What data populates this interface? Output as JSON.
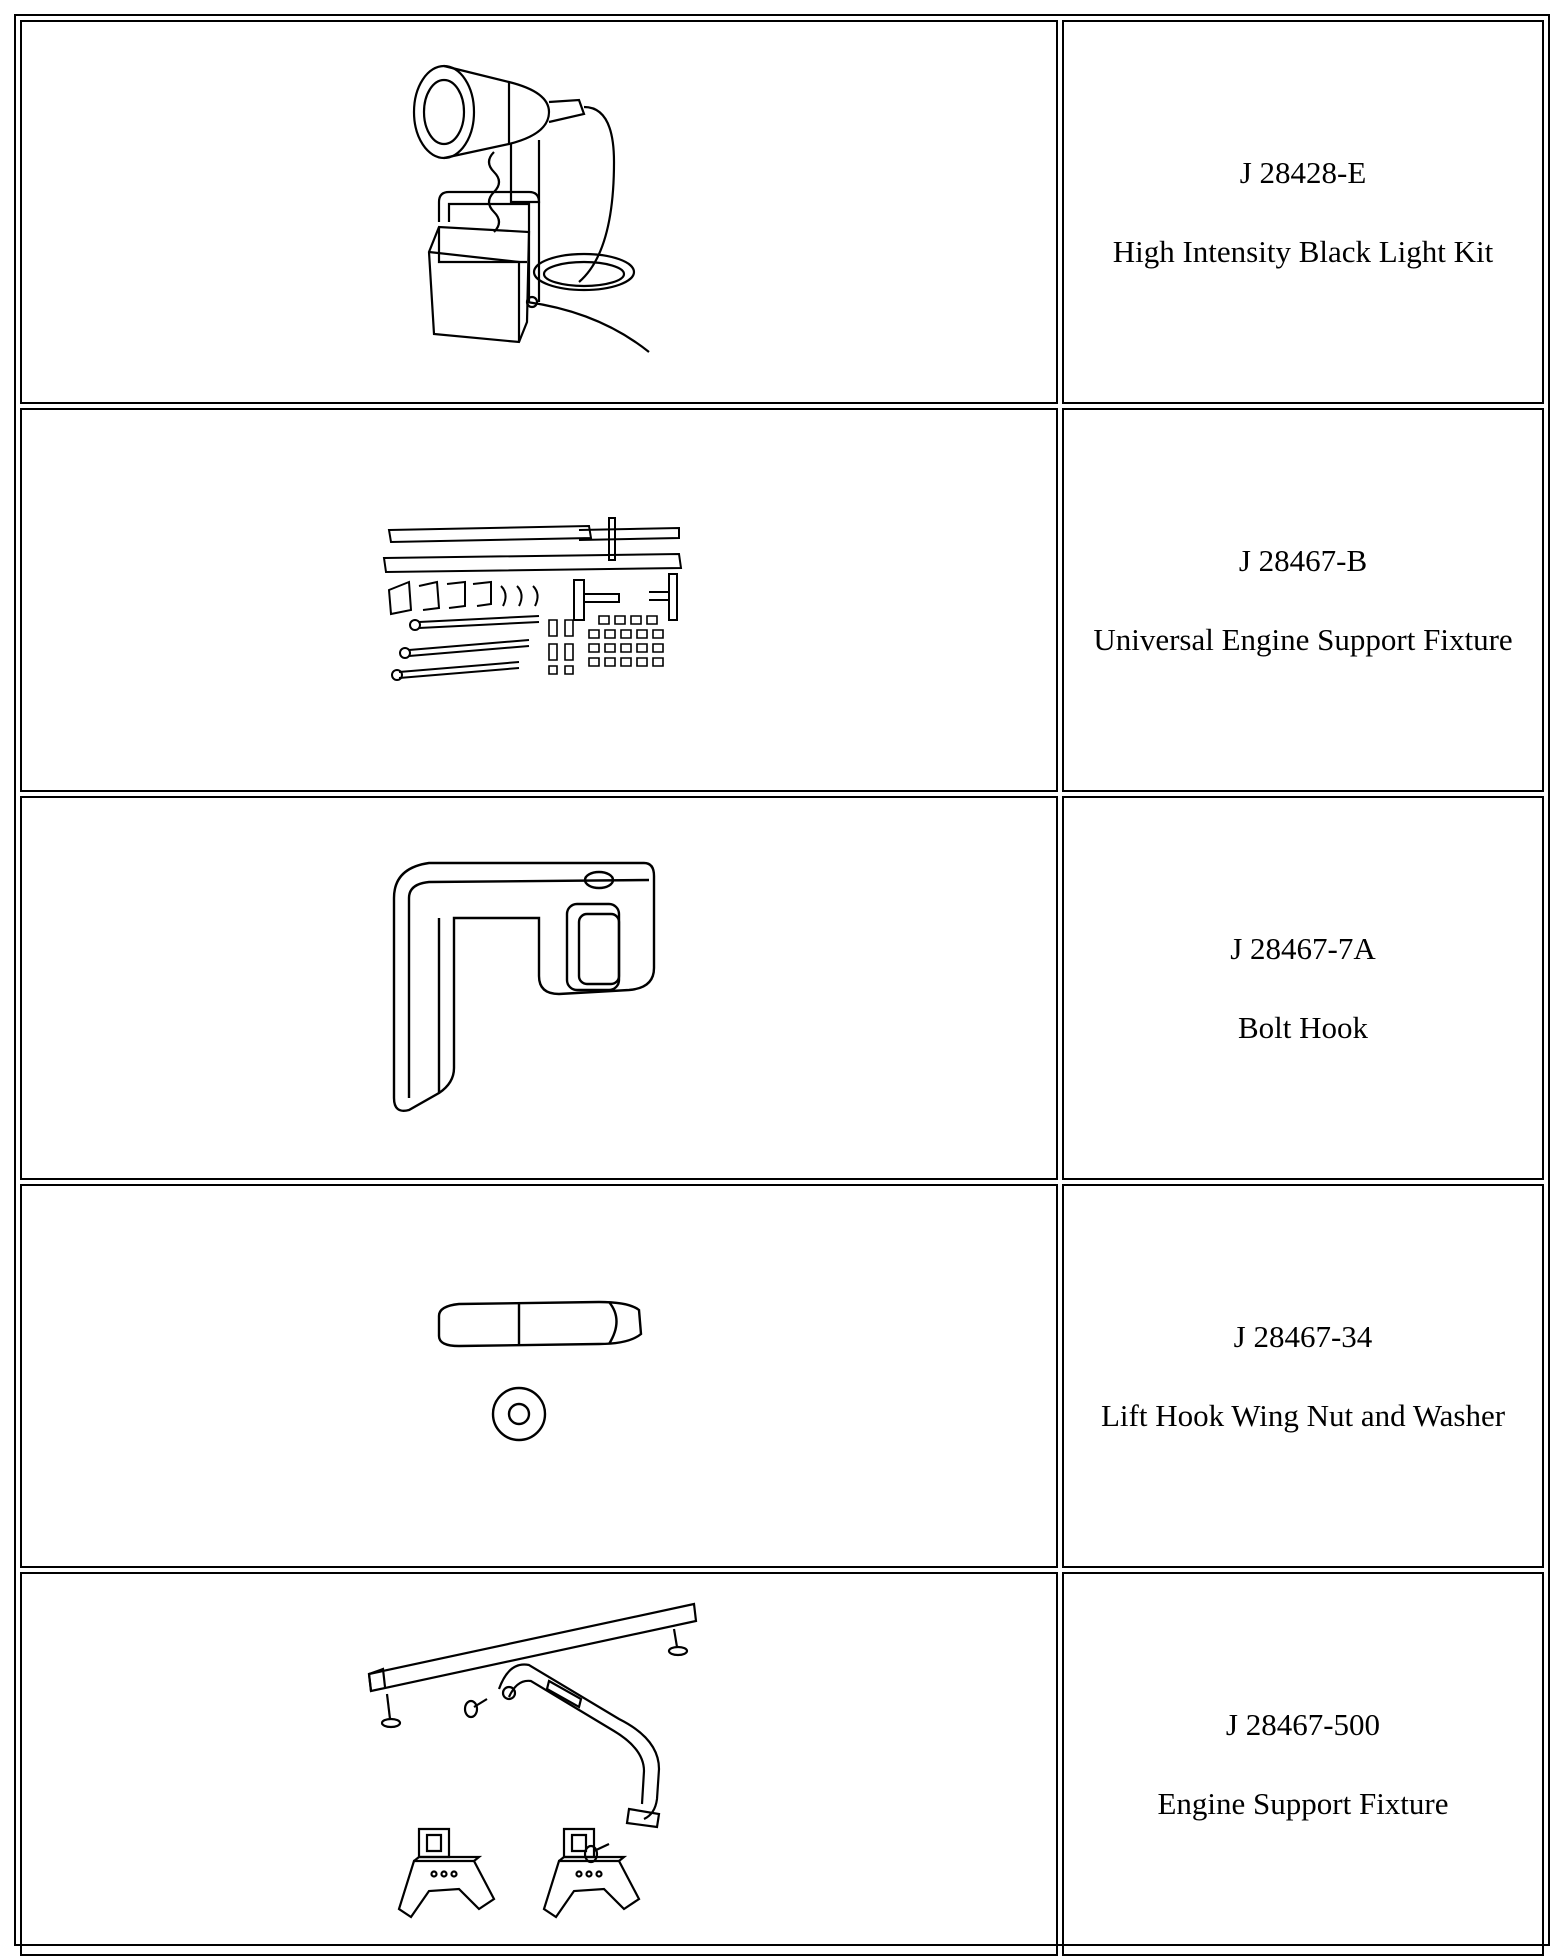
{
  "tools": [
    {
      "part_number": "J 28428-E",
      "description": "High Intensity Black Light Kit",
      "icon": "black-light-kit-icon"
    },
    {
      "part_number": "J 28467-B",
      "description": "Universal Engine Support Fixture",
      "icon": "universal-engine-support-fixture-icon"
    },
    {
      "part_number": "J 28467-7A",
      "description": "Bolt Hook",
      "icon": "bolt-hook-icon"
    },
    {
      "part_number": "J 28467-34",
      "description": "Lift Hook Wing Nut and Washer",
      "icon": "wing-nut-washer-icon"
    },
    {
      "part_number": "J 28467-500",
      "description": "Engine Support Fixture",
      "icon": "engine-support-fixture-icon"
    }
  ]
}
